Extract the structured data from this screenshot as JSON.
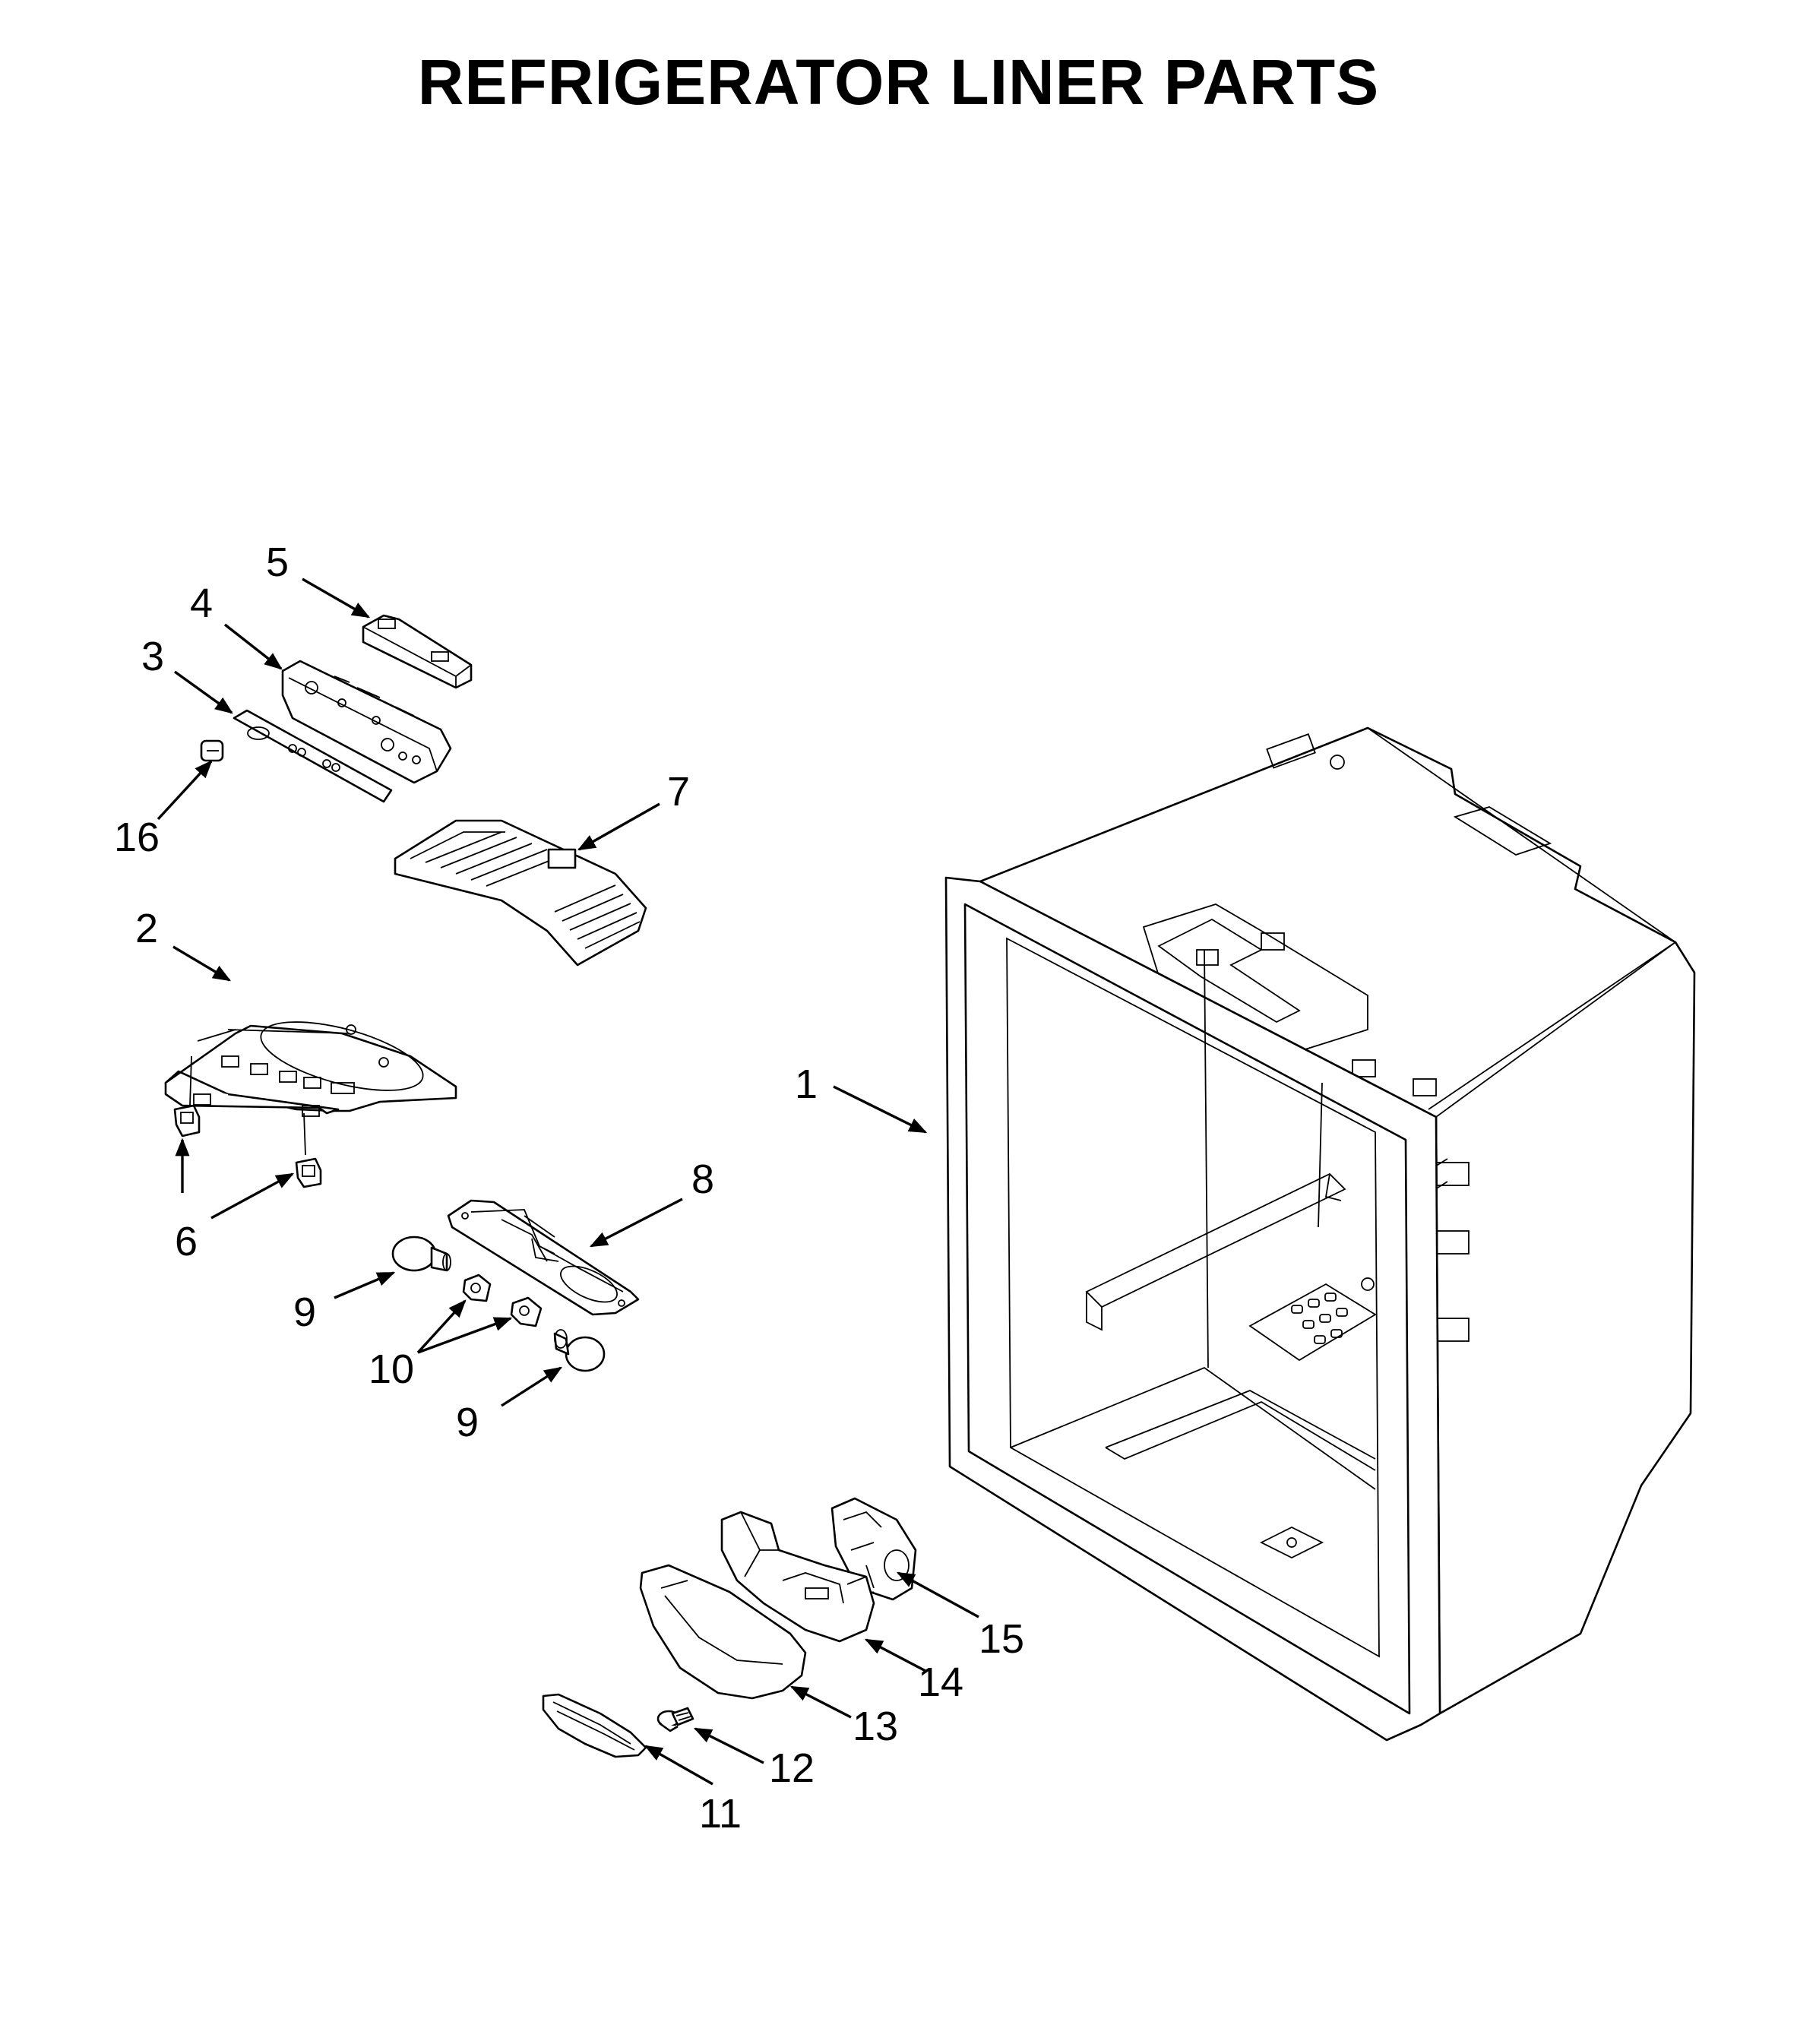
{
  "title": "REFRIGERATOR LINER PARTS",
  "callouts": [
    {
      "id": "1",
      "label": "1"
    },
    {
      "id": "2",
      "label": "2"
    },
    {
      "id": "3",
      "label": "3"
    },
    {
      "id": "4",
      "label": "4"
    },
    {
      "id": "5",
      "label": "5"
    },
    {
      "id": "6a",
      "label": "6"
    },
    {
      "id": "7",
      "label": "7"
    },
    {
      "id": "8",
      "label": "8"
    },
    {
      "id": "9a",
      "label": "9"
    },
    {
      "id": "9b",
      "label": "9"
    },
    {
      "id": "10",
      "label": "10"
    },
    {
      "id": "11",
      "label": "11"
    },
    {
      "id": "12",
      "label": "12"
    },
    {
      "id": "13",
      "label": "13"
    },
    {
      "id": "14",
      "label": "14"
    },
    {
      "id": "15",
      "label": "15"
    },
    {
      "id": "16",
      "label": "16"
    }
  ]
}
